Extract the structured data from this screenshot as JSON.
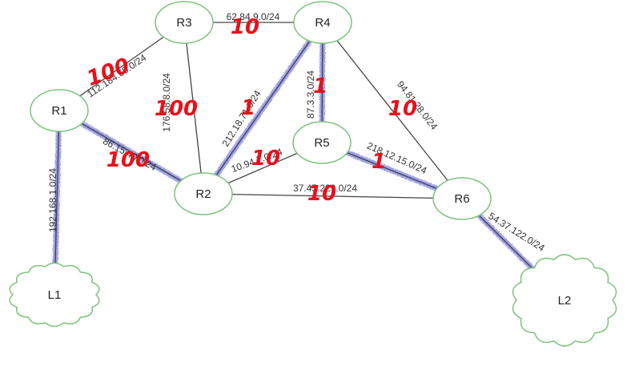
{
  "colors": {
    "router_stroke": "#7cc47c",
    "link": "#444444",
    "cost": "#e8101a",
    "path_highlight": "#7b7fe0",
    "cloud_stroke": "#7cc47c"
  },
  "routers": [
    {
      "id": "R1",
      "label": "R1"
    },
    {
      "id": "R2",
      "label": "R2"
    },
    {
      "id": "R3",
      "label": "R3"
    },
    {
      "id": "R4",
      "label": "R4"
    },
    {
      "id": "R5",
      "label": "R5"
    },
    {
      "id": "R6",
      "label": "R6"
    }
  ],
  "clouds": [
    {
      "id": "L1",
      "label": "L1"
    },
    {
      "id": "L2",
      "label": "L2"
    }
  ],
  "links": [
    {
      "id": "r1-r3",
      "from": "R1",
      "to": "R3",
      "network": "112.184.65.0/24",
      "cost": "100"
    },
    {
      "id": "r3-r4",
      "from": "R3",
      "to": "R4",
      "network": "62.84.9.0/24",
      "cost": "10"
    },
    {
      "id": "r3-r2",
      "from": "R3",
      "to": "R2",
      "network": "176.58.8.0/24",
      "cost": "100"
    },
    {
      "id": "r1-r2",
      "from": "R1",
      "to": "R2",
      "network": "86.15.40.0/24",
      "cost": "100"
    },
    {
      "id": "r2-r4",
      "from": "R2",
      "to": "R4",
      "network": "212.18.71.0/24",
      "cost": "1"
    },
    {
      "id": "r4-r5",
      "from": "R4",
      "to": "R5",
      "network": "87.3.3.0/24",
      "cost": "1"
    },
    {
      "id": "r4-r6",
      "from": "R4",
      "to": "R6",
      "network": "94.81.28.0/24",
      "cost": "10"
    },
    {
      "id": "r2-r5",
      "from": "R2",
      "to": "R5",
      "network": "10.94.7.0/24",
      "cost": "10"
    },
    {
      "id": "r5-r6",
      "from": "R5",
      "to": "R6",
      "network": "218.12.15.0/24",
      "cost": "1"
    },
    {
      "id": "r2-r6",
      "from": "R2",
      "to": "R6",
      "network": "37.45.229.0/24",
      "cost": "10"
    },
    {
      "id": "l1-r1",
      "from": "L1",
      "to": "R1",
      "network": "192.168.1.0/24",
      "cost": ""
    },
    {
      "id": "r6-l2",
      "from": "R6",
      "to": "L2",
      "network": "54.37.122.0/24",
      "cost": ""
    }
  ]
}
